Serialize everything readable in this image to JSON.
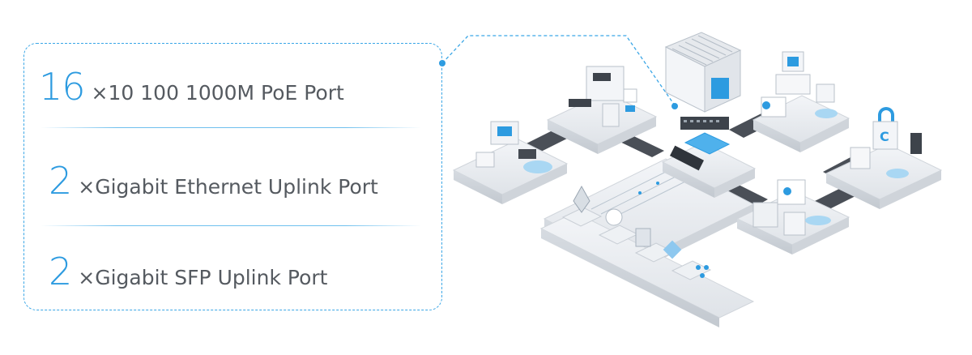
{
  "specs": [
    {
      "count": "16",
      "label": "×10  100  1000M PoE Port"
    },
    {
      "count": "2",
      "label": "×Gigabit Ethernet Uplink Port"
    },
    {
      "count": "2",
      "label": "×Gigabit SFP Uplink Port"
    }
  ],
  "colors": {
    "accent": "#2d9be0",
    "text": "#555a60",
    "platform": "#e9ecf0",
    "road": "#4a4f57"
  }
}
